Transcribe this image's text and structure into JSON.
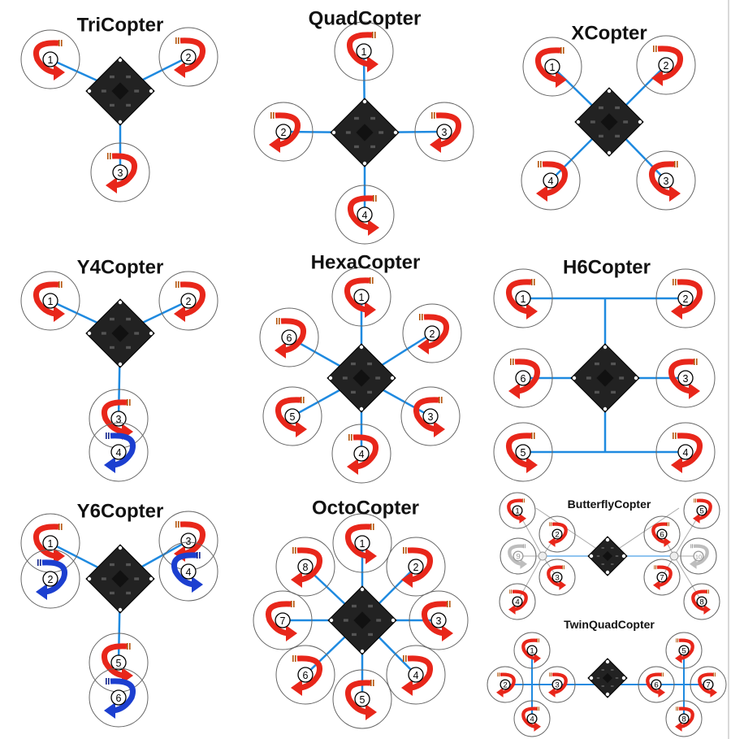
{
  "colors": {
    "arm": "#1f8ae0",
    "arrow_top": "#e8261a",
    "arrow_bottom": "#1c3fd0",
    "arrow_disabled": "#bdbdbd",
    "board": "#222222",
    "circle": "#666666",
    "title": "#111111"
  },
  "panels": [
    {
      "id": "tricopter",
      "title": "TriCopter",
      "motors": [
        {
          "n": "1",
          "spin": "ccw",
          "color": "top"
        },
        {
          "n": "2",
          "spin": "cw",
          "color": "top"
        },
        {
          "n": "3",
          "spin": "cw",
          "color": "top"
        }
      ]
    },
    {
      "id": "quadcopter",
      "title": "QuadCopter",
      "motors": [
        {
          "n": "1",
          "spin": "ccw",
          "color": "top"
        },
        {
          "n": "2",
          "spin": "cw",
          "color": "top"
        },
        {
          "n": "3",
          "spin": "cw",
          "color": "top"
        },
        {
          "n": "4",
          "spin": "ccw",
          "color": "top"
        }
      ]
    },
    {
      "id": "xcopter",
      "title": "XCopter",
      "motors": [
        {
          "n": "1",
          "spin": "ccw",
          "color": "top"
        },
        {
          "n": "2",
          "spin": "cw",
          "color": "top"
        },
        {
          "n": "3",
          "spin": "ccw",
          "color": "top"
        },
        {
          "n": "4",
          "spin": "cw",
          "color": "top"
        }
      ]
    },
    {
      "id": "y4copter",
      "title": "Y4Copter",
      "motors": [
        {
          "n": "1",
          "spin": "ccw",
          "color": "top"
        },
        {
          "n": "2",
          "spin": "cw",
          "color": "top"
        },
        {
          "n": "3",
          "spin": "ccw",
          "color": "top"
        },
        {
          "n": "4",
          "spin": "cw",
          "color": "bottom"
        }
      ]
    },
    {
      "id": "hexacopter",
      "title": "HexaCopter",
      "motors": [
        {
          "n": "1",
          "spin": "ccw",
          "color": "top"
        },
        {
          "n": "2",
          "spin": "cw",
          "color": "top"
        },
        {
          "n": "3",
          "spin": "ccw",
          "color": "top"
        },
        {
          "n": "4",
          "spin": "cw",
          "color": "top"
        },
        {
          "n": "5",
          "spin": "ccw",
          "color": "top"
        },
        {
          "n": "6",
          "spin": "cw",
          "color": "top"
        }
      ]
    },
    {
      "id": "h6copter",
      "title": "H6Copter",
      "motors": [
        {
          "n": "1",
          "spin": "ccw",
          "color": "top"
        },
        {
          "n": "2",
          "spin": "cw",
          "color": "top"
        },
        {
          "n": "3",
          "spin": "ccw",
          "color": "top"
        },
        {
          "n": "4",
          "spin": "cw",
          "color": "top"
        },
        {
          "n": "5",
          "spin": "ccw",
          "color": "top"
        },
        {
          "n": "6",
          "spin": "cw",
          "color": "top"
        }
      ]
    },
    {
      "id": "y6copter",
      "title": "Y6Copter",
      "motors": [
        {
          "n": "1",
          "spin": "ccw",
          "color": "top"
        },
        {
          "n": "2",
          "spin": "cw",
          "color": "bottom"
        },
        {
          "n": "3",
          "spin": "cw",
          "color": "top"
        },
        {
          "n": "4",
          "spin": "ccw",
          "color": "bottom"
        },
        {
          "n": "5",
          "spin": "ccw",
          "color": "top"
        },
        {
          "n": "6",
          "spin": "cw",
          "color": "bottom"
        }
      ]
    },
    {
      "id": "octocopter",
      "title": "OctoCopter",
      "motors": [
        {
          "n": "1",
          "spin": "ccw",
          "color": "top"
        },
        {
          "n": "2",
          "spin": "cw",
          "color": "top"
        },
        {
          "n": "3",
          "spin": "ccw",
          "color": "top"
        },
        {
          "n": "4",
          "spin": "cw",
          "color": "top"
        },
        {
          "n": "5",
          "spin": "ccw",
          "color": "top"
        },
        {
          "n": "6",
          "spin": "cw",
          "color": "top"
        },
        {
          "n": "7",
          "spin": "ccw",
          "color": "top"
        },
        {
          "n": "8",
          "spin": "cw",
          "color": "top"
        }
      ]
    },
    {
      "id": "butterflycopter",
      "title": "ButterflyCopter",
      "motors": [
        {
          "n": "1",
          "spin": "ccw",
          "color": "top"
        },
        {
          "n": "2",
          "spin": "cw",
          "color": "top"
        },
        {
          "n": "3",
          "spin": "ccw",
          "color": "top"
        },
        {
          "n": "4",
          "spin": "cw",
          "color": "top"
        },
        {
          "n": "5",
          "spin": "cw",
          "color": "top"
        },
        {
          "n": "6",
          "spin": "ccw",
          "color": "top"
        },
        {
          "n": "7",
          "spin": "cw",
          "color": "top"
        },
        {
          "n": "8",
          "spin": "ccw",
          "color": "top"
        },
        {
          "n": "9",
          "spin": "ccw",
          "color": "disabled"
        },
        {
          "n": "10",
          "spin": "cw",
          "color": "disabled"
        }
      ]
    },
    {
      "id": "twinquadcopter",
      "title": "TwinQuadCopter",
      "motors": [
        {
          "n": "1",
          "spin": "ccw",
          "color": "top"
        },
        {
          "n": "2",
          "spin": "cw",
          "color": "top"
        },
        {
          "n": "3",
          "spin": "cw",
          "color": "top"
        },
        {
          "n": "4",
          "spin": "ccw",
          "color": "top"
        },
        {
          "n": "5",
          "spin": "cw",
          "color": "top"
        },
        {
          "n": "6",
          "spin": "ccw",
          "color": "top"
        },
        {
          "n": "7",
          "spin": "ccw",
          "color": "top"
        },
        {
          "n": "8",
          "spin": "cw",
          "color": "top"
        }
      ]
    }
  ]
}
